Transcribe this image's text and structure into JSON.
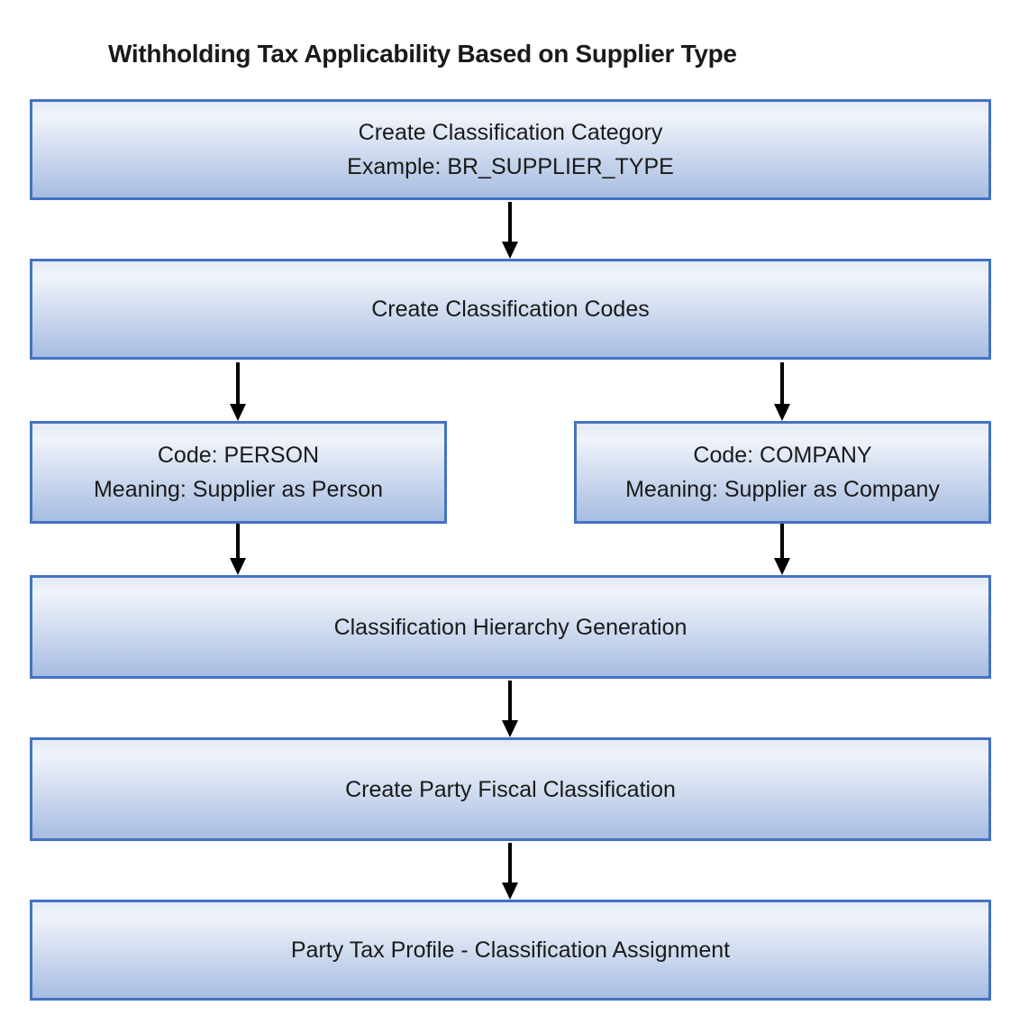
{
  "title": "Withholding Tax Applicability Based on Supplier Type",
  "colors": {
    "background": "#FFFFFF",
    "box-border": "#4472C4",
    "box-fill-top": "#E4EBF6",
    "box-fill-light": "#EFF3FA",
    "box-fill-bottom": "#A7BDE1",
    "arrow": "#000000",
    "text": "#1A1A1A"
  },
  "nodes": [
    {
      "id": "category",
      "lines": [
        "Create Classification Category",
        "Example: BR_SUPPLIER_TYPE"
      ]
    },
    {
      "id": "codes",
      "lines": [
        "Create Classification Codes"
      ]
    },
    {
      "id": "person",
      "lines": [
        "Code: PERSON",
        "Meaning: Supplier as Person"
      ]
    },
    {
      "id": "company",
      "lines": [
        "Code: COMPANY",
        "Meaning: Supplier as Company"
      ]
    },
    {
      "id": "hierarchy",
      "lines": [
        "Classification Hierarchy Generation"
      ]
    },
    {
      "id": "fiscal",
      "lines": [
        "Create Party Fiscal Classification"
      ]
    },
    {
      "id": "profile",
      "lines": [
        "Party Tax Profile - Classification Assignment"
      ]
    }
  ],
  "edges": [
    {
      "from": "category",
      "to": "codes"
    },
    {
      "from": "codes",
      "to": "person"
    },
    {
      "from": "codes",
      "to": "company"
    },
    {
      "from": "person",
      "to": "hierarchy"
    },
    {
      "from": "company",
      "to": "hierarchy"
    },
    {
      "from": "hierarchy",
      "to": "fiscal"
    },
    {
      "from": "fiscal",
      "to": "profile"
    }
  ]
}
